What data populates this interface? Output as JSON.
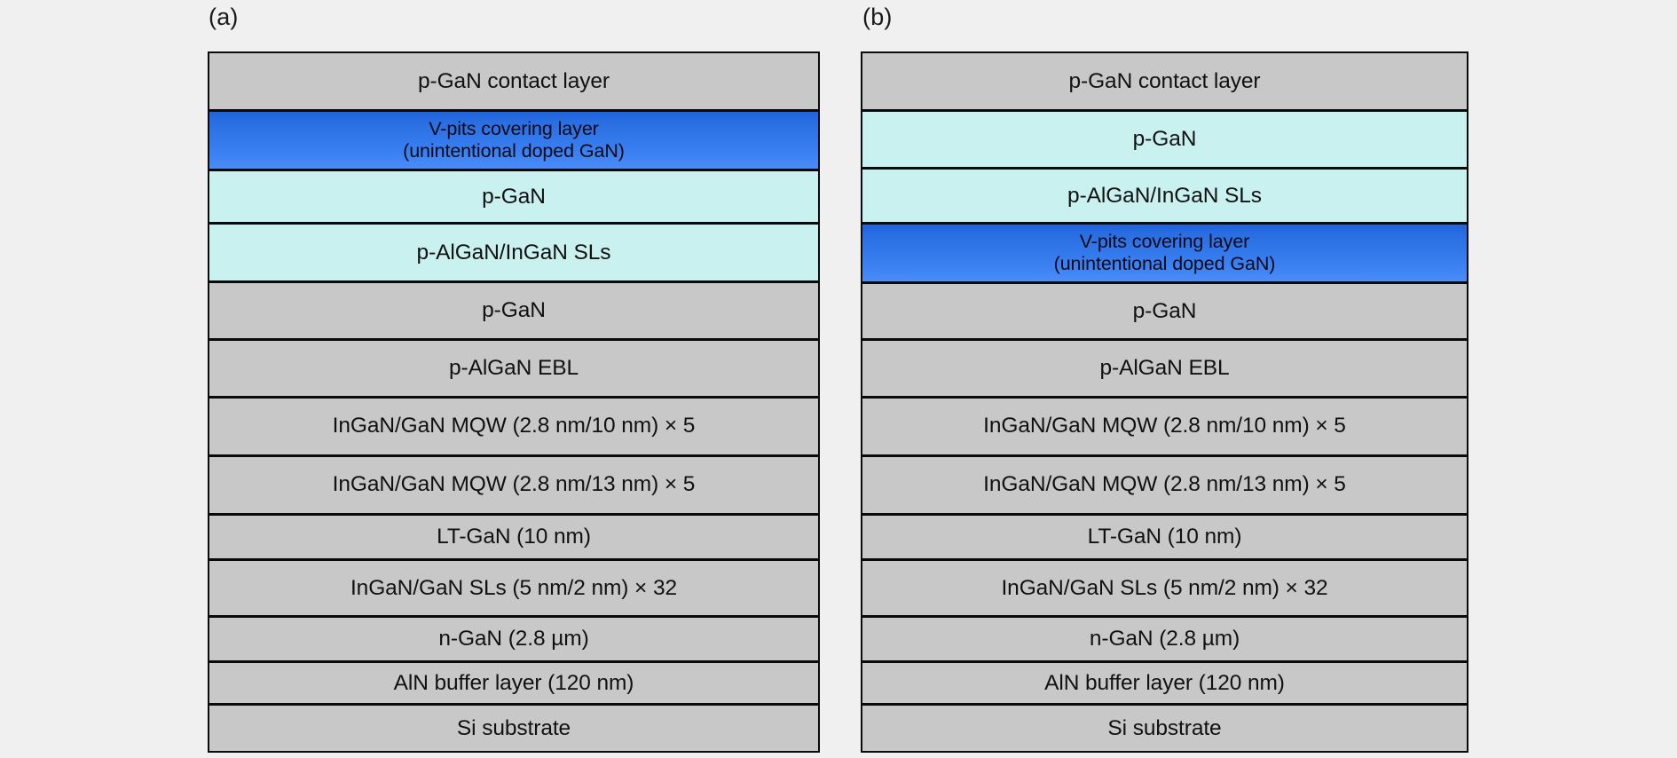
{
  "figure": {
    "background_color": "#f0f0f0",
    "colors": {
      "gray_layer": "#c8c8c8",
      "cyan_layer": "#c9f1f0",
      "blue_layer": "#2a6ee2",
      "border": "#0a0a0a",
      "text": "#111111"
    }
  },
  "panels": [
    {
      "label": "(a)",
      "layers": [
        {
          "text": "p-GaN contact layer",
          "fill": "gray",
          "lines": 1
        },
        {
          "text": "V-pits covering layer\n(unintentional doped GaN)",
          "fill": "blue",
          "lines": 2
        },
        {
          "text": "p-GaN",
          "fill": "cyan",
          "lines": 1
        },
        {
          "text": "p-AlGaN/InGaN SLs",
          "fill": "cyan",
          "lines": 1
        },
        {
          "text": "p-GaN",
          "fill": "gray",
          "lines": 1
        },
        {
          "text": "p-AlGaN EBL",
          "fill": "gray",
          "lines": 1
        },
        {
          "text": "InGaN/GaN MQW (2.8 nm/10 nm) × 5",
          "fill": "gray",
          "lines": 1
        },
        {
          "text": "InGaN/GaN MQW (2.8 nm/13 nm) × 5",
          "fill": "gray",
          "lines": 1
        },
        {
          "text": "LT-GaN (10 nm)",
          "fill": "gray",
          "lines": 1
        },
        {
          "text": "InGaN/GaN SLs (5 nm/2 nm) × 32",
          "fill": "gray",
          "lines": 1
        },
        {
          "text": "n-GaN (2.8 µm)",
          "fill": "gray",
          "lines": 1
        },
        {
          "text": "AlN buffer layer (120 nm)",
          "fill": "gray",
          "lines": 1
        },
        {
          "text": "Si substrate",
          "fill": "gray",
          "lines": 1
        }
      ]
    },
    {
      "label": "(b)",
      "layers": [
        {
          "text": "p-GaN contact layer",
          "fill": "gray",
          "lines": 1
        },
        {
          "text": "p-GaN",
          "fill": "cyan",
          "lines": 1
        },
        {
          "text": "p-AlGaN/InGaN SLs",
          "fill": "cyan",
          "lines": 1
        },
        {
          "text": "V-pits covering layer\n(unintentional doped GaN)",
          "fill": "blue",
          "lines": 2
        },
        {
          "text": "p-GaN",
          "fill": "gray",
          "lines": 1
        },
        {
          "text": "p-AlGaN EBL",
          "fill": "gray",
          "lines": 1
        },
        {
          "text": "InGaN/GaN MQW (2.8 nm/10 nm) × 5",
          "fill": "gray",
          "lines": 1
        },
        {
          "text": "InGaN/GaN MQW (2.8 nm/13 nm) × 5",
          "fill": "gray",
          "lines": 1
        },
        {
          "text": "LT-GaN (10 nm)",
          "fill": "gray",
          "lines": 1
        },
        {
          "text": "InGaN/GaN SLs (5 nm/2 nm) × 32",
          "fill": "gray",
          "lines": 1
        },
        {
          "text": "n-GaN (2.8 µm)",
          "fill": "gray",
          "lines": 1
        },
        {
          "text": "AlN buffer layer (120 nm)",
          "fill": "gray",
          "lines": 1
        },
        {
          "text": "Si substrate",
          "fill": "gray",
          "lines": 1
        }
      ]
    }
  ]
}
